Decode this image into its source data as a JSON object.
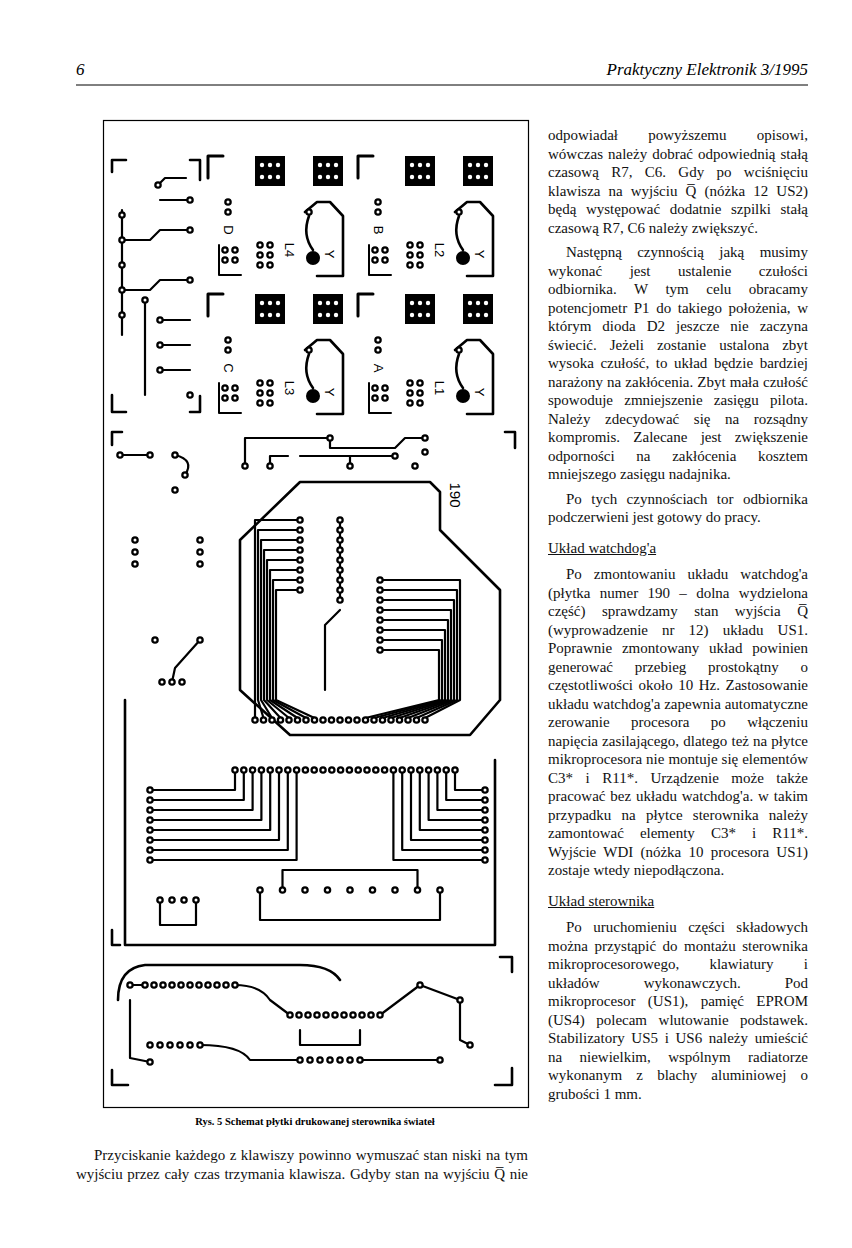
{
  "diagram": {
    "caption": "Rys. 5 Schemat płytki drukowanej sterownika świateł",
    "labels": [
      "6",
      "Praktyczny Elektronik 3/1995",
      "D",
      "L4",
      "Y",
      "B",
      "L2",
      "Y",
      "C",
      "L3",
      "Y",
      "A",
      "L1",
      "Y",
      "190",
      "Przyciskanie każdego z klawiszy powinno wymuszać stan niski na tym wyjściu przez cały czas trzymania klawisza. Gdyby stan na wyjściu Q̅ nie",
      "odpowiadał powyższemu opisowi, wówczas należy dobrać odpowiednią stałą czasową R7, C6. Gdy po wciśnięciu klawisza na wyjściu Q̅ (nóżka 12 US2) będą występować dodatnie szpilki stałą czasową R7, C6 należy zwiększyć.",
      "Następną czynnością jaką musimy wykonać jest ustalenie czułości odbiornika. W tym celu obracamy potencjometr P1 do takiego położenia, w którym dioda D2 jeszcze nie zaczyna świecić. Jeżeli zostanie ustalona zbyt wysoka czułość, to układ będzie bardziej narażony na zakłócenia. Zbyt mała czułość spowoduje zmniejszenie zasięgu pilota. Należy zdecydować się na rozsądny kompromis. Zalecane jest zwiększenie odporności na zakłócenia kosztem mniejszego zasięgu nadajnika.",
      "Po tych czynnościach tor odbiornika podczerwieni jest gotowy do pracy.",
      "Układ watchdog'a",
      "Po zmontowaniu układu watchdog'a (płytka numer 190 – dolna wydzielona część) sprawdzamy stan wyjścia Q̅ (wyprowadzenie nr 12) układu US1. Poprawnie zmontowany układ powinien generować przebieg prostokątny o częstotliwości około 10 Hz. Zastosowanie układu watchdog'a zapewnia automatyczne zerowanie procesora po włączeniu napięcia zasilającego, dlatego też na płytce mikroprocesora nie montuje się elementów C3* i R11*. Urządzenie może także pracować bez układu watchdog'a. w takim przypadku na płytce sterownika należy zamontować elementy C3* i R11*. Wyjście WDI (nóżka 10 procesora US1) zostaje wtedy niepodłączona.",
      "Układ sterownika",
      "Po uruchomieniu części składowych można przystąpić do montażu sterownika mikroprocesorowego, klawiatury i układów wykonawczych. Pod mikroprocesor (US1), pamięć EPROM (US4) polecam wlutowanie podstawek. Stabilizatory US5 i US6 należy umieścić na niewielkim, wspólnym radiatorze wykonanym z blachy aluminiowej o grubości 1 mm."
    ]
  }
}
